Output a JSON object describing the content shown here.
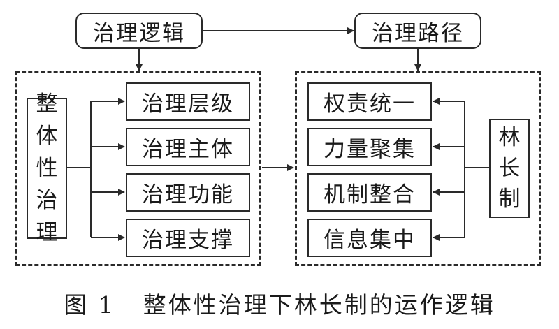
{
  "top": {
    "logic_label": "治理逻辑",
    "path_label": "治理路径"
  },
  "left_group": {
    "vertical_label": [
      "整",
      "体",
      "性",
      "治",
      "理"
    ],
    "items": [
      "治理层级",
      "治理主体",
      "治理功能",
      "治理支撑"
    ]
  },
  "right_group": {
    "vertical_label": [
      "林",
      "长",
      "制"
    ],
    "items": [
      "权责统一",
      "力量聚集",
      "机制整合",
      "信息集中"
    ]
  },
  "caption": {
    "figure_number": "图 1",
    "title": "整体性治理下林长制的运作逻辑"
  }
}
